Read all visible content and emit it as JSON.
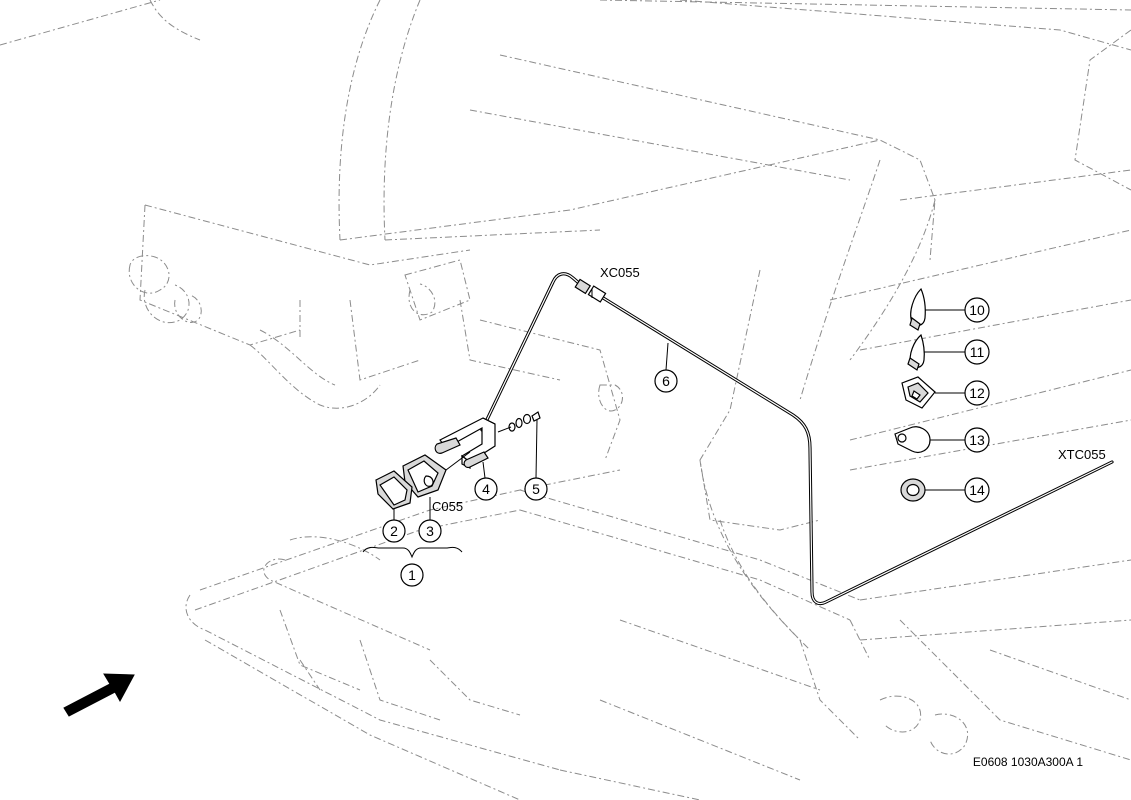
{
  "callouts": [
    {
      "id": "1",
      "label": "1"
    },
    {
      "id": "2",
      "label": "2"
    },
    {
      "id": "3",
      "label": "3"
    },
    {
      "id": "4",
      "label": "4"
    },
    {
      "id": "5",
      "label": "5"
    },
    {
      "id": "6",
      "label": "6"
    },
    {
      "id": "10",
      "label": "10"
    },
    {
      "id": "11",
      "label": "11"
    },
    {
      "id": "12",
      "label": "12"
    },
    {
      "id": "13",
      "label": "13"
    },
    {
      "id": "14",
      "label": "14"
    }
  ],
  "connectors": {
    "xc055": "XC055",
    "c055": "C055",
    "xtc055": "XTC055"
  },
  "reference_code": "E0608 1030A300A 1",
  "icons": {
    "direction_arrow": "direction-arrow-icon"
  },
  "colors": {
    "ink": "#000000",
    "ghost_lines": "#8c8c8c",
    "background": "#ffffff"
  }
}
